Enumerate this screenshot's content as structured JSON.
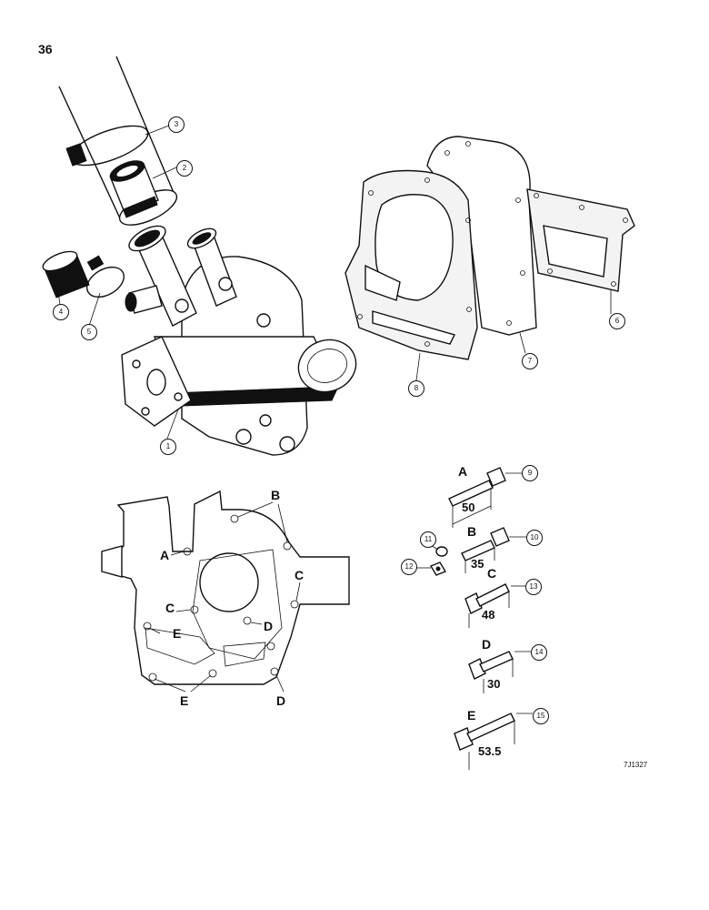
{
  "page": {
    "number": "36",
    "figure_code": "7J1327"
  },
  "callouts": [
    "1",
    "2",
    "3",
    "4",
    "5",
    "6",
    "7",
    "8",
    "9",
    "10",
    "11",
    "12",
    "13",
    "14",
    "15"
  ],
  "bolt_letters": {
    "bolt_9": "A",
    "bolt_10": "B",
    "bolt_13": "C",
    "bolt_14": "D",
    "bolt_15": "E"
  },
  "bolt_lengths": {
    "bolt_9": "50",
    "bolt_10": "35",
    "bolt_13": "48",
    "bolt_14": "30",
    "bolt_15": "53.5"
  },
  "housing_letters": {
    "b_top": "B",
    "a_left": "A",
    "c_right": "C",
    "c_left": "C",
    "e_left": "E",
    "d_mid": "D",
    "e_bottom": "E",
    "d_bottom": "D"
  }
}
